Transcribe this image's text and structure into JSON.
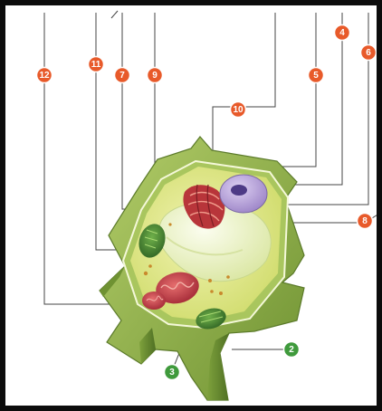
{
  "diagram": {
    "colors": {
      "red_marker": "#e85a2a",
      "green_marker": "#3f9a3c",
      "wall": "#8fb34a",
      "cytoplasm": "#e2e98a",
      "nucleus": "#b9a2dc",
      "vacuole": "#f1f6d2",
      "chloroplast": "#3f7d2e",
      "mitochondrion": "#c8414a",
      "golgi": "#c9443e"
    },
    "markers": [
      {
        "label": "12",
        "color": "red"
      },
      {
        "label": "11",
        "color": "red"
      },
      {
        "label": "7",
        "color": "red"
      },
      {
        "label": "9",
        "color": "red"
      },
      {
        "label": "10",
        "color": "red"
      },
      {
        "label": "5",
        "color": "red"
      },
      {
        "label": "4",
        "color": "red"
      },
      {
        "label": "6",
        "color": "red"
      },
      {
        "label": "8",
        "color": "red"
      },
      {
        "label": "2",
        "color": "green"
      },
      {
        "label": "3",
        "color": "green"
      }
    ]
  }
}
